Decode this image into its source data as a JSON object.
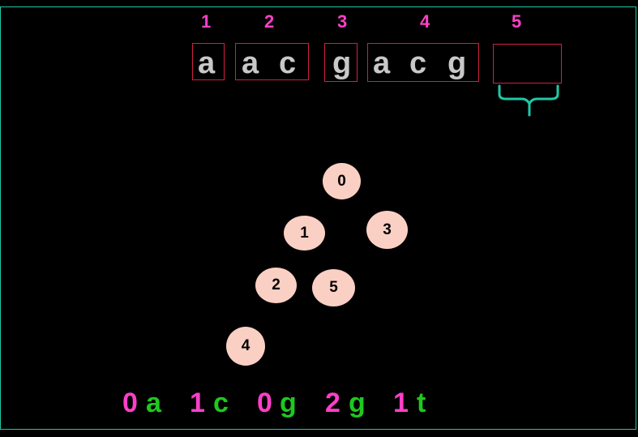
{
  "phrase_numbers": [
    "1",
    "2",
    "3",
    "4",
    "5"
  ],
  "phrase_chars": [
    [
      "a"
    ],
    [
      "a",
      "c"
    ],
    [
      "g"
    ],
    [
      "a",
      "c",
      "g"
    ],
    []
  ],
  "trie_nodes": [
    "0",
    "1",
    "3",
    "2",
    "5",
    "4"
  ],
  "encoding": [
    {
      "index": "0",
      "char": "a"
    },
    {
      "index": "1",
      "char": "c"
    },
    {
      "index": "0",
      "char": "g"
    },
    {
      "index": "2",
      "char": "g"
    },
    {
      "index": "1",
      "char": "t"
    }
  ],
  "colors": {
    "number": "#ff3fc8",
    "char": "#c8c8c8",
    "box": "#d02040",
    "brace": "#1fc8a8",
    "node": "#fbd0c4",
    "enc_char": "#1fc81f",
    "background": "#000000"
  }
}
